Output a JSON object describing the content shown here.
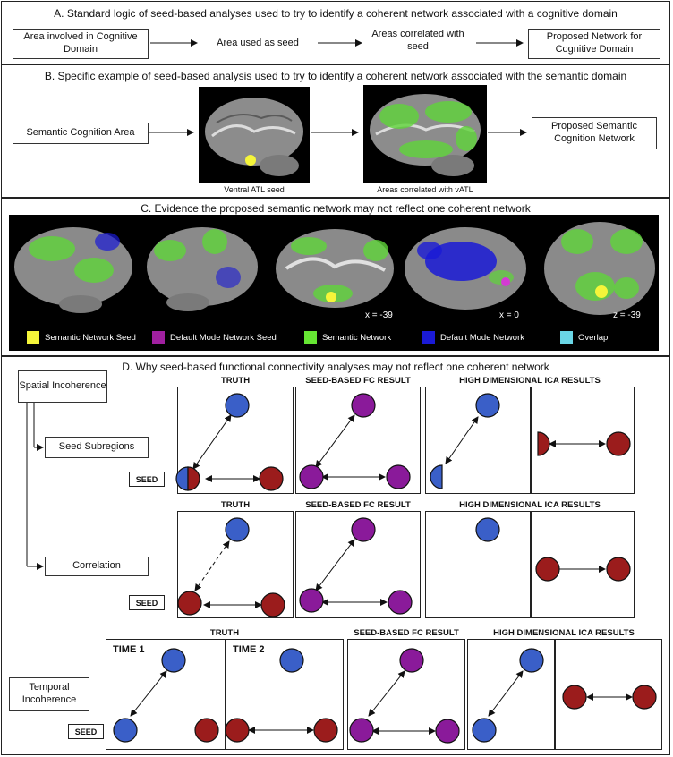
{
  "panelA": {
    "title": "A. Standard logic of seed-based analyses used to try to identify a coherent network associated with a cognitive domain",
    "box1": "Area involved in Cognitive Domain",
    "text2": "Area used as seed",
    "text3": "Areas correlated with seed",
    "box4": "Proposed Network for Cognitive Domain"
  },
  "panelB": {
    "title": "B. Specific example  of seed-based analysis used to try to identify a coherent network associated with the semantic domain",
    "box1": "Semantic Cognition Area",
    "caption1": "Ventral ATL seed",
    "caption2": "Areas correlated with vATL",
    "box2": "Proposed Semantic Cognition Network"
  },
  "panelC": {
    "title": "C. Evidence the proposed semantic network may not reflect one coherent network",
    "coords": [
      "x = -39",
      "x = 0",
      "z = -39"
    ],
    "legend": [
      {
        "label": "Semantic Network Seed",
        "color": "#f5f53a"
      },
      {
        "label": "Default Mode Network Seed",
        "color": "#a020a0"
      },
      {
        "label": "Semantic Network",
        "color": "#66e633"
      },
      {
        "label": "Default Mode Network",
        "color": "#1a1ad6"
      },
      {
        "label": "Overlap",
        "color": "#6ad6e6"
      }
    ]
  },
  "panelD": {
    "title": "D. Why seed-based functional connectivity analyses may not reflect one coherent network",
    "tree": {
      "spatial": "Spatial Incoherence",
      "subregions": "Seed Subregions",
      "correlation": "Correlation",
      "temporal": "Temporal Incoherence"
    },
    "headers": {
      "truth": "TRUTH",
      "seed_fc": "SEED-BASED FC RESULT",
      "ica": "HIGH DIMENSIONAL ICA RESULTS"
    },
    "seed_label": "SEED",
    "time1": "TIME 1",
    "time2": "TIME 2",
    "colors": {
      "blue": "#3a5fc8",
      "red": "#9b1c1c",
      "purple": "#8a1a9a"
    }
  }
}
